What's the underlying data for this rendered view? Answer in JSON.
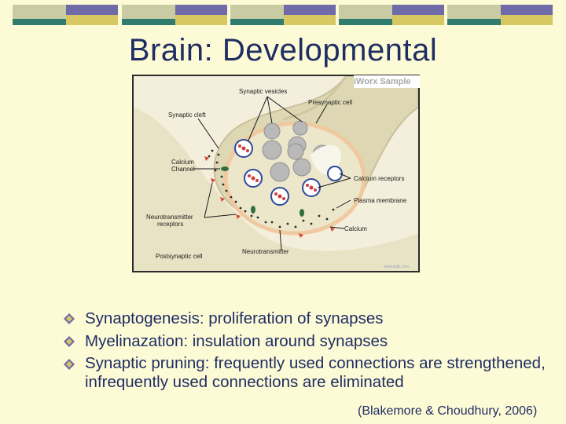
{
  "colors": {
    "background": "#fdfbd6",
    "title": "#1f2d63",
    "band_light": "#c9cba3",
    "band_teal": "#2e7d6e",
    "band_purple": "#6f6aa8",
    "band_gold": "#d7c862"
  },
  "slide": {
    "title": "Brain: Developmental",
    "watermark": "iWorx Sample",
    "figure": {
      "label_synaptic_vesicles": "Synaptic vesicles",
      "label_presynaptic_cell": "Presynaptic cell",
      "label_synaptic_cleft": "Synaptic cleft",
      "label_calcium_channel_1": "Calcium",
      "label_calcium_channel_2": "Channel",
      "label_calcium_receptors": "Calcium receptors",
      "label_plasma_membrane": "Plasma membrane",
      "label_nt_receptors_1": "Neurotransmitter",
      "label_nt_receptors_2": "receptors",
      "label_calcium": "Calcium",
      "label_postsynaptic_cell": "Postsynaptic cell",
      "label_neurotransmitter": "Neurotransmitter",
      "credit": "www.ivdn.com"
    },
    "bullets": [
      "Synaptogenesis: proliferation of  synapses",
      "Myelinazation: insulation around synapses",
      "Synaptic pruning: frequently used connections are strengthened, infrequently used connections are eliminated"
    ],
    "citation": "(Blakemore & Choudhury, 2006)"
  }
}
